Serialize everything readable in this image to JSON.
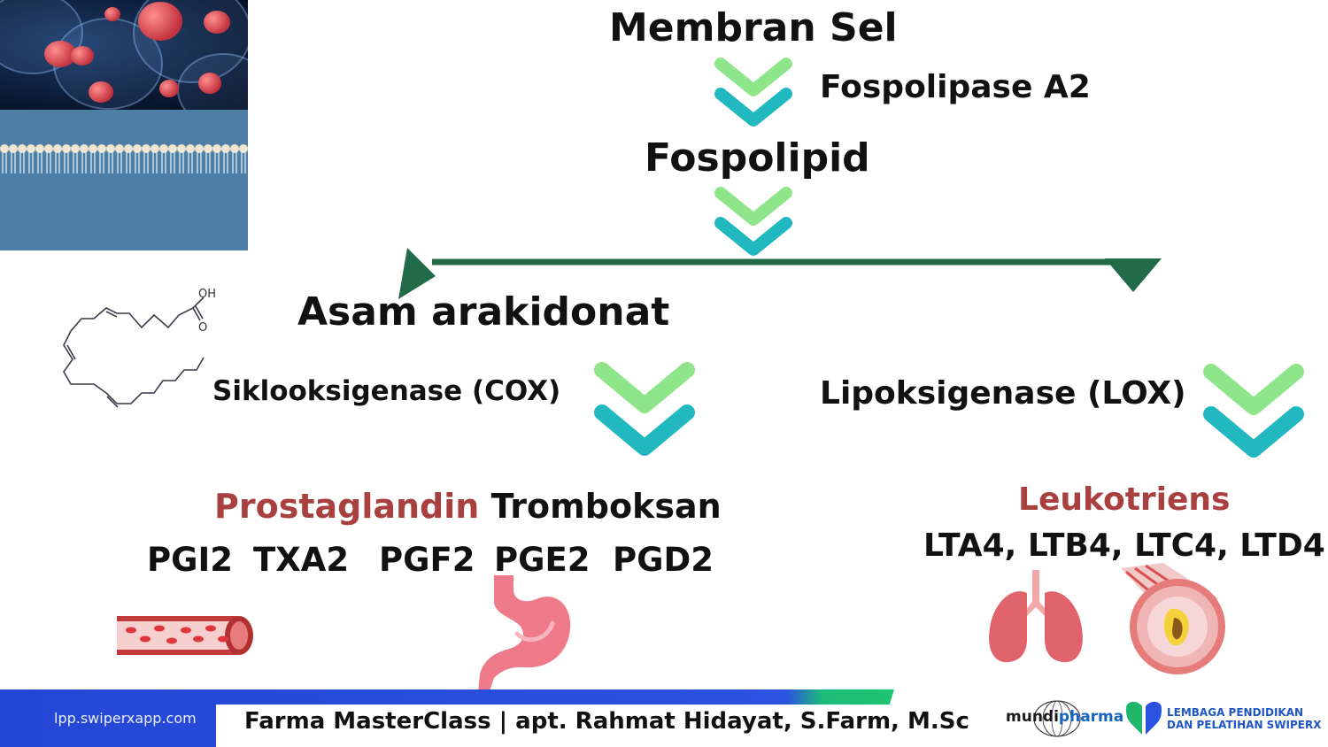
{
  "nodes": {
    "membran_sel": "Membran Sel",
    "fospolipase": "Fospolipase A2",
    "fospolipid": "Fospolipid",
    "asam_arakidonat": "Asam arakidonat",
    "cox": "Siklooksigenase (COX)",
    "lox": "Lipoksigenase (LOX)",
    "prostaglandin": "Prostaglandin",
    "tromboksan": "Tromboksan",
    "leukotriens": "Leukotriens",
    "leukotriene_list": "LTA4, LTB4, LTC4, LTD4"
  },
  "prostanoids": [
    "PGI2",
    "TXA2",
    "PGF2",
    "PGE2",
    "PGD2"
  ],
  "molecule": {
    "oh_label": "OH",
    "o_label": "O"
  },
  "footer": {
    "url": "lpp.swiperxapp.com",
    "credit": "Farma MasterClass | apt. Rahmat Hidayat, S.Farm, M.Sc"
  },
  "logos": {
    "mundi_left": "mundi",
    "mundi_right": "pharma",
    "lpp_line1": "LEMBAGA PENDIDIKAN",
    "lpp_line2": "DAN PELATIHAN SWIPERX"
  },
  "icons": [
    "cell-photo",
    "membrane-photo",
    "chevron-down-icon",
    "blood-vessel-icon",
    "stomach-icon",
    "lungs-icon",
    "artery-icon"
  ],
  "colors": {
    "chevron_top": "#8fe68a",
    "chevron_bottom": "#22b8c0",
    "arrow_line": "#226b48",
    "highlight_red": "#a94040",
    "footer_blue": "#2446d4",
    "footer_green": "#20c46f"
  }
}
